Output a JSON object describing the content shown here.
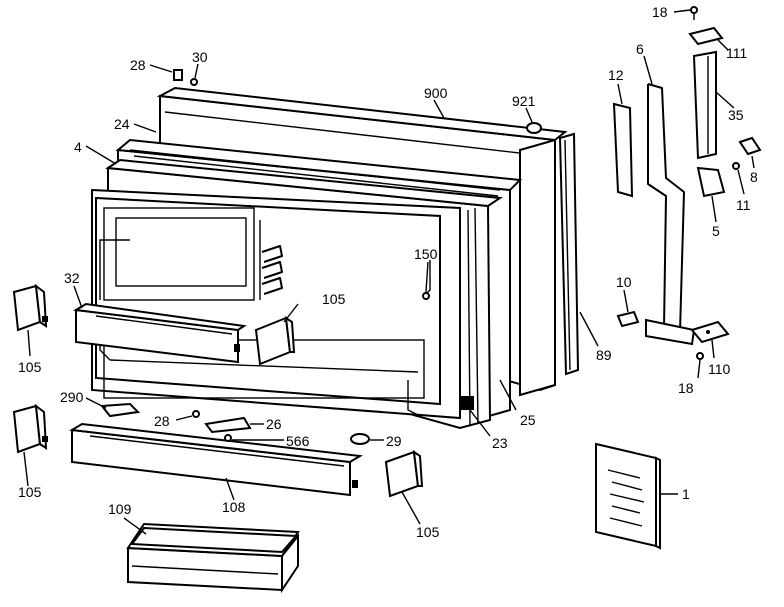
{
  "labels": {
    "p18_top": "18",
    "p111": "111",
    "p28_top": "28",
    "p30": "30",
    "p6": "6",
    "p12": "12",
    "p900": "900",
    "p921": "921",
    "p35": "35",
    "p24": "24",
    "p4": "4",
    "p8": "8",
    "p11": "11",
    "p5": "5",
    "p150": "150",
    "p32": "32",
    "p105_mid": "105",
    "p10": "10",
    "p89": "89",
    "p105_left_top": "105",
    "p110": "110",
    "p18_bottom": "18",
    "p290": "290",
    "p28_bottom": "28",
    "p26": "26",
    "p25": "25",
    "p566": "566",
    "p29": "29",
    "p23": "23",
    "p105_left_bottom": "105",
    "p1": "1",
    "p108": "108",
    "p109": "109",
    "p105_bottom": "105"
  }
}
